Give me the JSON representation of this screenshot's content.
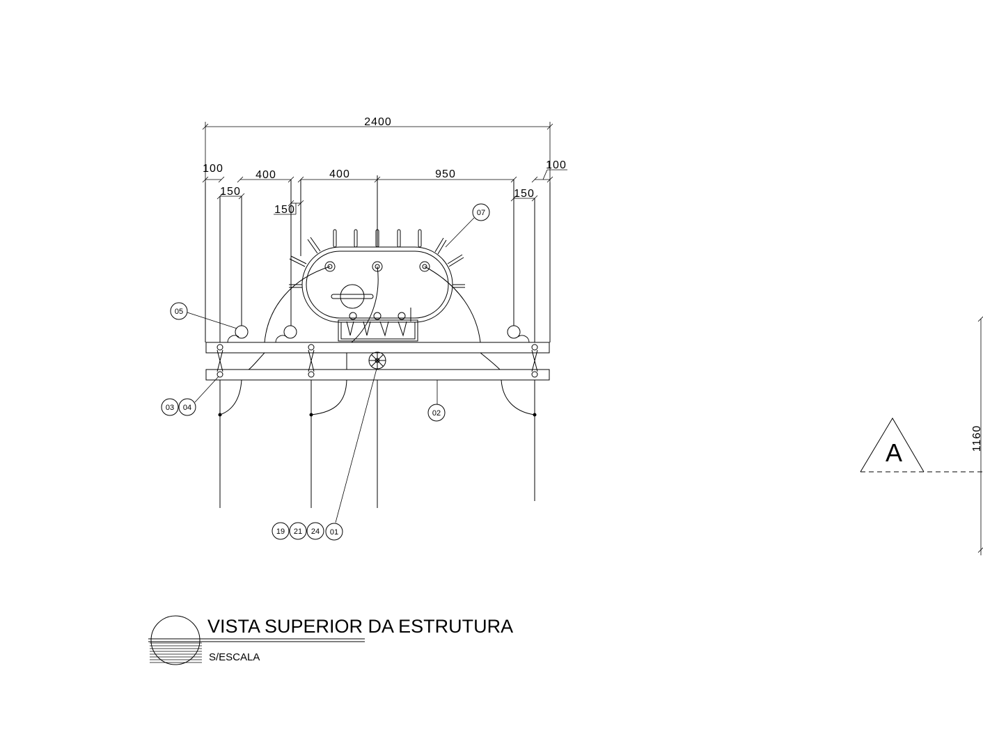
{
  "drawing": {
    "title": "VISTA SUPERIOR DA ESTRUTURA",
    "scale_note": "S/ESCALA",
    "dimensions": {
      "overall": "2400",
      "left_margin": "100",
      "right_margin": "100",
      "span_a": "400",
      "span_b": "400",
      "span_c": "950",
      "offset_left": "150",
      "offset_mid": "150",
      "offset_right": "150",
      "height_right": "1160"
    },
    "tags": {
      "t07": "07",
      "t05": "05",
      "t03": "03",
      "t04": "04",
      "t02": "02",
      "t19": "19",
      "t21": "21",
      "t24": "24",
      "t01": "01"
    },
    "section_marker": "A"
  }
}
